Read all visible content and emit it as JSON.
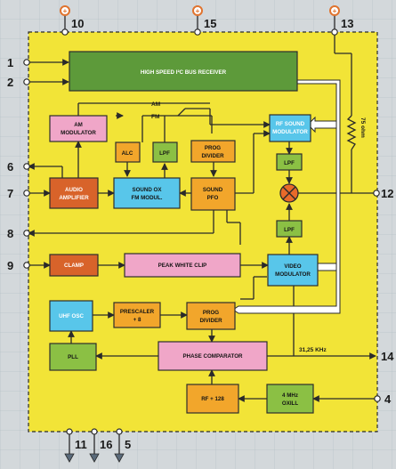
{
  "blocks": {
    "i2c_receiver": "HIGH SPEED I²C BUS RECEIVER",
    "am_modulator": [
      "AM",
      "MODULATOR"
    ],
    "rf_sound_modulator": [
      "RF SOUND",
      "MODULATOR"
    ],
    "alc": "ALC",
    "lpf_audio": "LPF",
    "prog_divider_sound": [
      "PROG",
      "DIVIDER"
    ],
    "lpf_rf": "LPF",
    "audio_amplifier": [
      "AUDIO",
      "AMPLIFIER"
    ],
    "sound_fm_modul": [
      "SOUND OX",
      "FM MODUL."
    ],
    "sound_pfo": [
      "SOUND",
      "PFO"
    ],
    "lpf_video": "LPF",
    "clamp": "CLAMP",
    "peak_white_clip": "PEAK WHITE CLIP",
    "video_modulator": [
      "VIDEO",
      "MODULATOR"
    ],
    "uhf_osc": "UHF OSC",
    "prescaler": [
      "PRESCALER",
      "+ 8"
    ],
    "prog_divider_main": [
      "PROG",
      "DIVIDER"
    ],
    "pll": "PLL",
    "phase_comparator": "PHASE COMPARATOR",
    "rf_div": "RF + 128",
    "oxill": [
      "4 MHz",
      "OXILL"
    ]
  },
  "labels": {
    "am": "AM",
    "fm": "FM",
    "resistor": "75 ohm",
    "freq": "31,25 KHz"
  },
  "pins": {
    "p10": "10",
    "p15": "15",
    "p13": "13",
    "p1": "1",
    "p2": "2",
    "p6": "6",
    "p7": "7",
    "p8": "8",
    "p9": "9",
    "p12": "12",
    "p14": "14",
    "p4": "4",
    "p11": "11",
    "p16": "16",
    "p5": "5"
  },
  "colors": {
    "chip": "#f2e437",
    "green": "#5d9a3a",
    "pink": "#f0a6c8",
    "cyan": "#58c6ea",
    "orange": "#d8632a",
    "gold": "#f2a62b",
    "lightgreen": "#8bc044",
    "supply": "#e0732e",
    "mixer": "#e86a2a"
  }
}
